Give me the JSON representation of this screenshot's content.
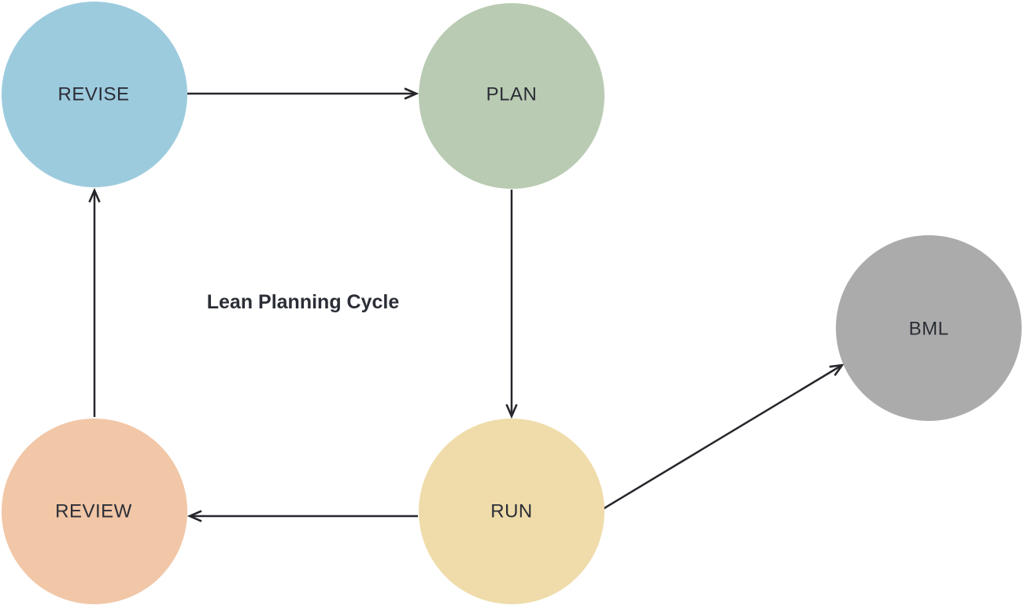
{
  "diagram": {
    "title": "Lean Planning Cycle",
    "title_color": "#2b2e36",
    "label_color": "#2b2e36",
    "line_color": "#26272c",
    "background_color": "#ffffff",
    "nodes": [
      {
        "id": "revise",
        "label": "REVISE",
        "color": "#9dcbde",
        "shape": "circle"
      },
      {
        "id": "plan",
        "label": "PLAN",
        "color": "#b9cbb3",
        "shape": "circle"
      },
      {
        "id": "bml",
        "label": "BML",
        "color": "#ababab",
        "shape": "circle"
      },
      {
        "id": "run",
        "label": "RUN",
        "color": "#efdcaa",
        "shape": "circle"
      },
      {
        "id": "review",
        "label": "REVIEW",
        "color": "#f1c7a7",
        "shape": "circle"
      }
    ],
    "edges": [
      {
        "from": "REVISE",
        "to": "PLAN"
      },
      {
        "from": "PLAN",
        "to": "RUN"
      },
      {
        "from": "RUN",
        "to": "REVIEW"
      },
      {
        "from": "REVIEW",
        "to": "REVISE"
      },
      {
        "from": "RUN",
        "to": "BML"
      }
    ]
  }
}
